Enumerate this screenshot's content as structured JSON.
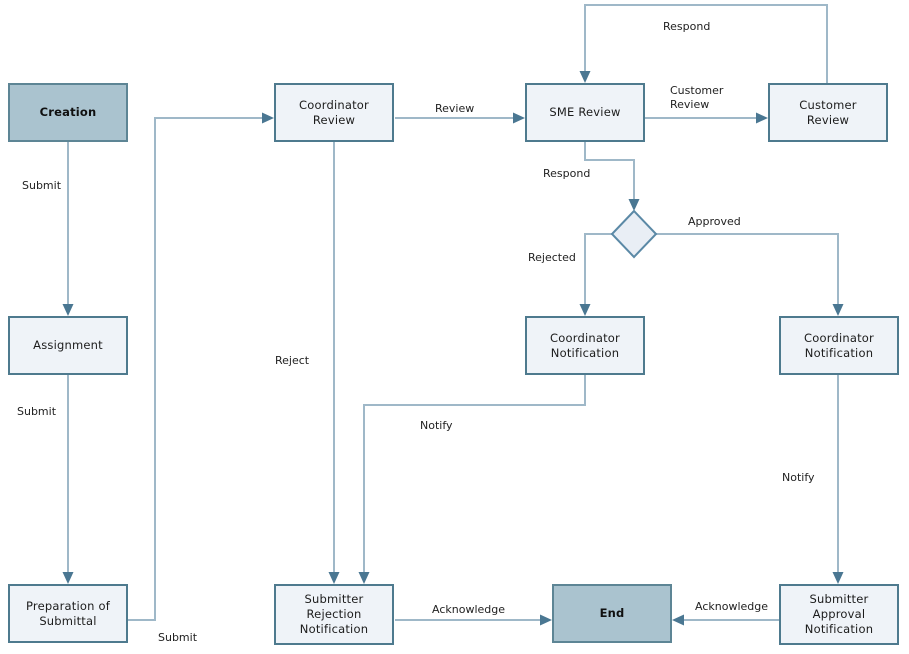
{
  "diagram": {
    "type": "flowchart",
    "nodes": [
      {
        "id": "creation",
        "label": "Creation",
        "type": "terminal"
      },
      {
        "id": "coordinator-review",
        "label": "Coordinator Review",
        "type": "process"
      },
      {
        "id": "sme-review",
        "label": "SME Review",
        "type": "process"
      },
      {
        "id": "customer-review",
        "label": "Customer Review",
        "type": "process"
      },
      {
        "id": "assignment",
        "label": "Assignment",
        "type": "process"
      },
      {
        "id": "coordinator-notification-rejected",
        "label": "Coordinator Notification",
        "type": "process"
      },
      {
        "id": "coordinator-notification-approved",
        "label": "Coordinator Notification",
        "type": "process"
      },
      {
        "id": "preparation-of-submittal",
        "label": "Preparation of Submittal",
        "type": "process"
      },
      {
        "id": "submitter-rejection-notification",
        "label": "Submitter Rejection Notification",
        "type": "process"
      },
      {
        "id": "end",
        "label": "End",
        "type": "terminal"
      },
      {
        "id": "submitter-approval-notification",
        "label": "Submitter Approval Notification",
        "type": "process"
      }
    ],
    "decision": {
      "id": "approval-decision",
      "label": ""
    },
    "edges": [
      {
        "from": "creation",
        "to": "assignment",
        "label": "Submit"
      },
      {
        "from": "assignment",
        "to": "preparation-of-submittal",
        "label": "Submit"
      },
      {
        "from": "preparation-of-submittal",
        "to": "coordinator-review",
        "label": "Submit"
      },
      {
        "from": "coordinator-review",
        "to": "sme-review",
        "label": "Review"
      },
      {
        "from": "sme-review",
        "to": "customer-review",
        "label": "Customer Review"
      },
      {
        "from": "customer-review",
        "to": "sme-review",
        "label": "Respond"
      },
      {
        "from": "sme-review",
        "to": "approval-decision",
        "label": "Respond"
      },
      {
        "from": "approval-decision",
        "to": "coordinator-notification-rejected",
        "label": "Rejected"
      },
      {
        "from": "approval-decision",
        "to": "coordinator-notification-approved",
        "label": "Approved"
      },
      {
        "from": "coordinator-review",
        "to": "submitter-rejection-notification",
        "label": "Reject"
      },
      {
        "from": "coordinator-notification-rejected",
        "to": "submitter-rejection-notification",
        "label": "Notify"
      },
      {
        "from": "submitter-rejection-notification",
        "to": "end",
        "label": "Acknowledge"
      },
      {
        "from": "coordinator-notification-approved",
        "to": "submitter-approval-notification",
        "label": "Notify"
      },
      {
        "from": "submitter-approval-notification",
        "to": "end",
        "label": "Acknowledge"
      }
    ]
  },
  "colors": {
    "connector_line": "#9fb8c8",
    "arrowhead": "#4a7792",
    "process_fill": "#eff3f8",
    "process_border": "#4e7a8e",
    "terminal_fill": "#aac3cf",
    "terminal_border": "#5d8595",
    "decision_fill": "#e9eef5",
    "decision_border": "#5b89a6",
    "background": "#ffffff"
  }
}
